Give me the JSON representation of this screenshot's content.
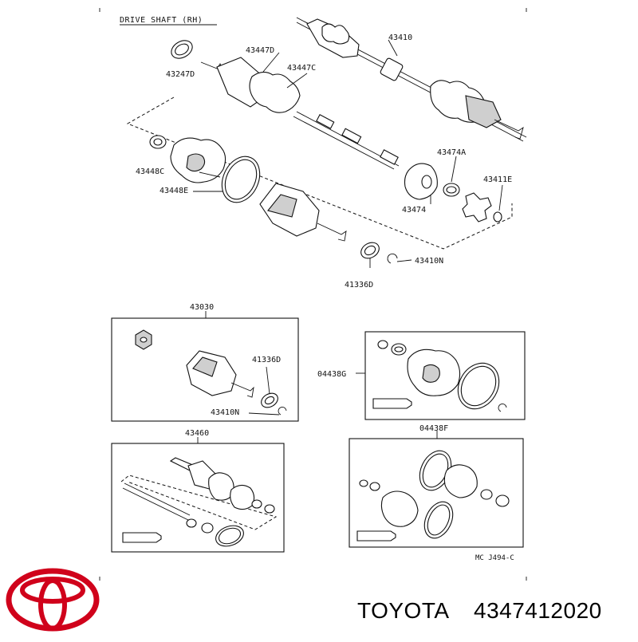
{
  "diagram": {
    "title": "DRIVE SHAFT (RH)",
    "code": "MC J494-C",
    "labels": {
      "p43410": "43410",
      "p43447D": "43447D",
      "p43447C": "43447C",
      "p43247D": "43247D",
      "p43448C": "43448C",
      "p43448E": "43448E",
      "p43474A": "43474A",
      "p43411E": "43411E",
      "p43474": "43474",
      "p41336D": "41336D",
      "p43410N": "43410N",
      "p43030": "43030",
      "p41336D_b": "41336D",
      "p43410N_b": "43410N",
      "p04438G": "04438G",
      "p43460": "43460",
      "p04438F": "04438F"
    }
  },
  "brand": {
    "name": "TOYOTA",
    "part_number": "4347412020",
    "logo_color": "#d0021b"
  }
}
